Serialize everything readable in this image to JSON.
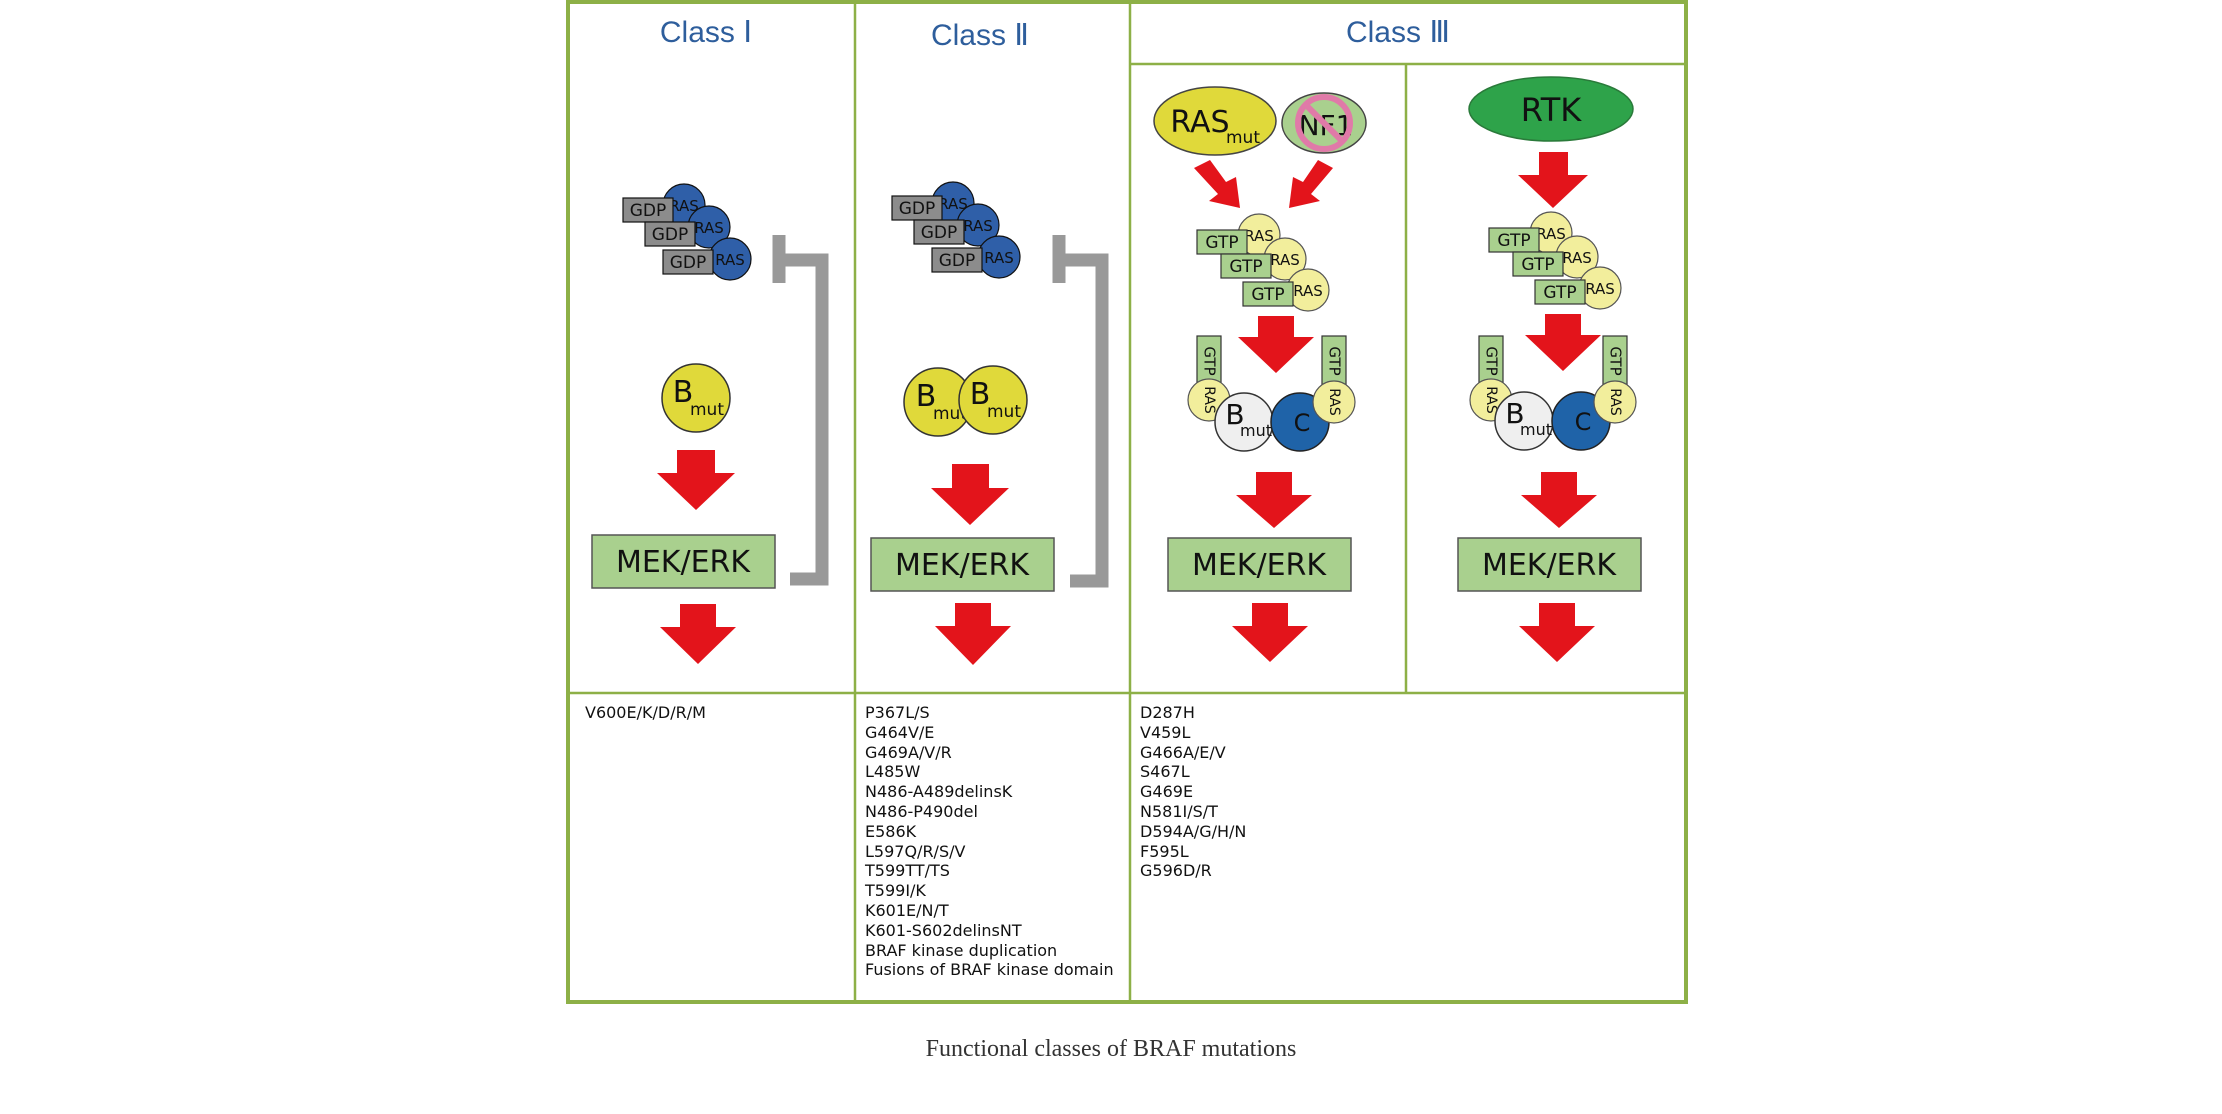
{
  "headers": {
    "class1": "Class Ⅰ",
    "class2": "Class Ⅱ",
    "class3": "Class Ⅲ"
  },
  "labels": {
    "ras": "RAS",
    "gdp": "GDP",
    "gtp": "GTP",
    "b": "B",
    "mut": "mut",
    "c": "C",
    "mek_erk": "MEK/ERK",
    "nf1": "NF1",
    "rtk": "RTK"
  },
  "mutations": {
    "class1": [
      "V600E/K/D/R/M"
    ],
    "class2": [
      "P367L/S",
      "G464V/E",
      "G469A/V/R",
      "L485W",
      "N486-A489delinsK",
      "N486-P490del",
      "E586K",
      "L597Q/R/S/V",
      "T599TT/TS",
      "T599I/K",
      "K601E/N/T",
      "K601-S602delinsNT",
      "BRAF kinase duplication",
      "Fusions of BRAF kinase domain"
    ],
    "class3": [
      "D287H",
      "V459L",
      "G466A/E/V",
      "S467L",
      "G469E",
      "N581I/S/T",
      "D594A/G/H/N",
      "F595L",
      "G596D/R"
    ]
  },
  "caption": "Functional classes of  BRAF mutations",
  "colors": {
    "frame": "#8db047",
    "header_text": "#2e5e9c",
    "ras_inactive": "#2f5fa8",
    "gdp_box": "#8c8c8c",
    "ras_active": "#f2ee9c",
    "gtp_box": "#a9d08e",
    "braf_mut": "#e0d93a",
    "craf": "#1f63a8",
    "braf_wt": "#efefef",
    "mek_erk_box": "#a9d08e",
    "arrow": "#e3141b",
    "inhibit": "#999999",
    "rtk": "#2ea34a",
    "nf1_bar": "#e07aa8"
  },
  "icons": [
    "red-arrow-icon",
    "feedback-inhibition-icon",
    "nf1-loss-icon"
  ]
}
